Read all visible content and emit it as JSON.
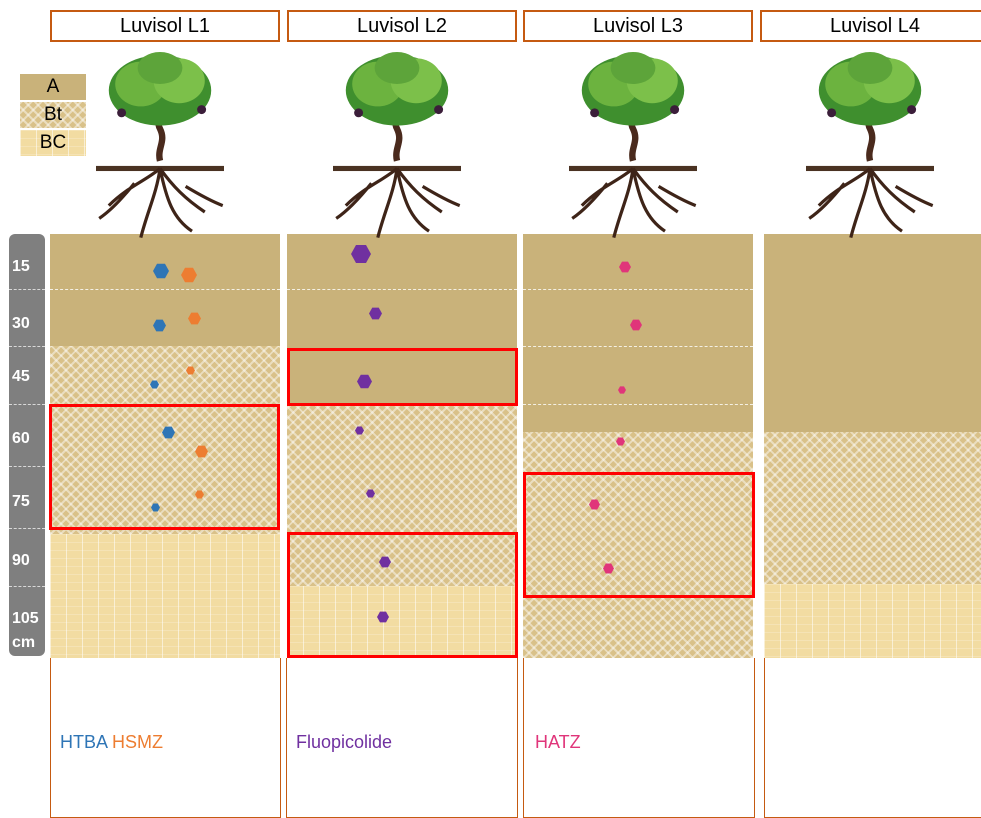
{
  "titles": [
    "Luvisol L1",
    "Luvisol L2",
    "Luvisol L3",
    "Luvisol L4"
  ],
  "legend": [
    {
      "label": "A",
      "pattern": "A"
    },
    {
      "label": "Bt",
      "pattern": "Bt"
    },
    {
      "label": "BC",
      "pattern": "BC"
    }
  ],
  "depth": {
    "labels": [
      "15",
      "30",
      "45",
      "60",
      "75",
      "90",
      "105"
    ],
    "unit": "cm"
  },
  "profiles": [
    {
      "horizons": [
        {
          "type": "A",
          "top_cm": 0,
          "bottom_cm": 30
        },
        {
          "type": "Bt",
          "top_cm": 30,
          "bottom_cm": 78
        },
        {
          "type": "BC",
          "top_cm": 78,
          "bottom_cm": 110
        }
      ]
    },
    {
      "horizons": [
        {
          "type": "A",
          "top_cm": 0,
          "bottom_cm": 45
        },
        {
          "type": "Bt",
          "top_cm": 45,
          "bottom_cm": 92
        },
        {
          "type": "BC",
          "top_cm": 92,
          "bottom_cm": 110
        }
      ]
    },
    {
      "horizons": [
        {
          "type": "A",
          "top_cm": 0,
          "bottom_cm": 52
        },
        {
          "type": "Bt",
          "top_cm": 52,
          "bottom_cm": 110
        }
      ]
    },
    {
      "horizons": [
        {
          "type": "A",
          "top_cm": 0,
          "bottom_cm": 52
        },
        {
          "type": "Bt",
          "top_cm": 52,
          "bottom_cm": 92
        },
        {
          "type": "BC",
          "top_cm": 92,
          "bottom_cm": 110
        }
      ]
    }
  ],
  "compounds": {
    "HTBA": {
      "color": "#2e75b6"
    },
    "HSMZ": {
      "color": "#ed7d31"
    },
    "Fluopicolide": {
      "color": "#7030a0"
    },
    "HATZ": {
      "color": "#e0357a"
    }
  },
  "bottom_labels": [
    [
      {
        "text": "HTBA",
        "color": "#2e75b6"
      },
      {
        "text": "HSMZ",
        "color": "#ed7d31"
      }
    ],
    [
      {
        "text": "Fluopicolide",
        "color": "#7030a0"
      }
    ],
    [
      {
        "text": "HATZ",
        "color": "#e0357a"
      }
    ],
    []
  ]
}
